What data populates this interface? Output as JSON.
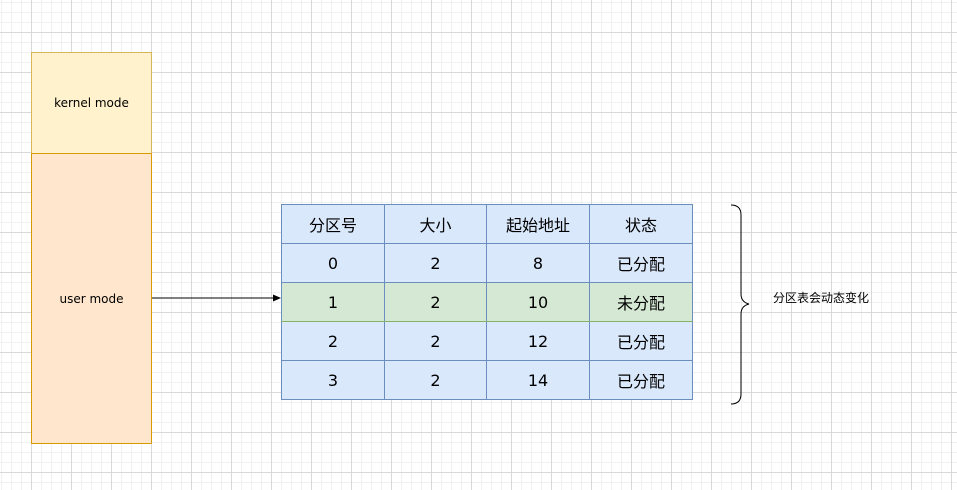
{
  "memory": {
    "kernel_label": "kernel mode",
    "user_label": "user mode"
  },
  "table": {
    "headers": [
      "分区号",
      "大小",
      "起始地址",
      "状态"
    ],
    "rows": [
      [
        "0",
        "2",
        "8",
        "已分配"
      ],
      [
        "1",
        "2",
        "10",
        "未分配"
      ],
      [
        "2",
        "2",
        "12",
        "已分配"
      ],
      [
        "3",
        "2",
        "14",
        "已分配"
      ]
    ],
    "highlight_row": 1
  },
  "annotation": "分区表会动态变化",
  "colors": {
    "kernel_fill": "#fff2cc",
    "kernel_stroke": "#d6b656",
    "user_fill": "#ffe6cc",
    "user_stroke": "#d79b00",
    "table_fill": "#dae8fc",
    "table_stroke": "#6c8ebf",
    "highlight_fill": "#d5e8d4",
    "highlight_stroke": "#82b366"
  }
}
